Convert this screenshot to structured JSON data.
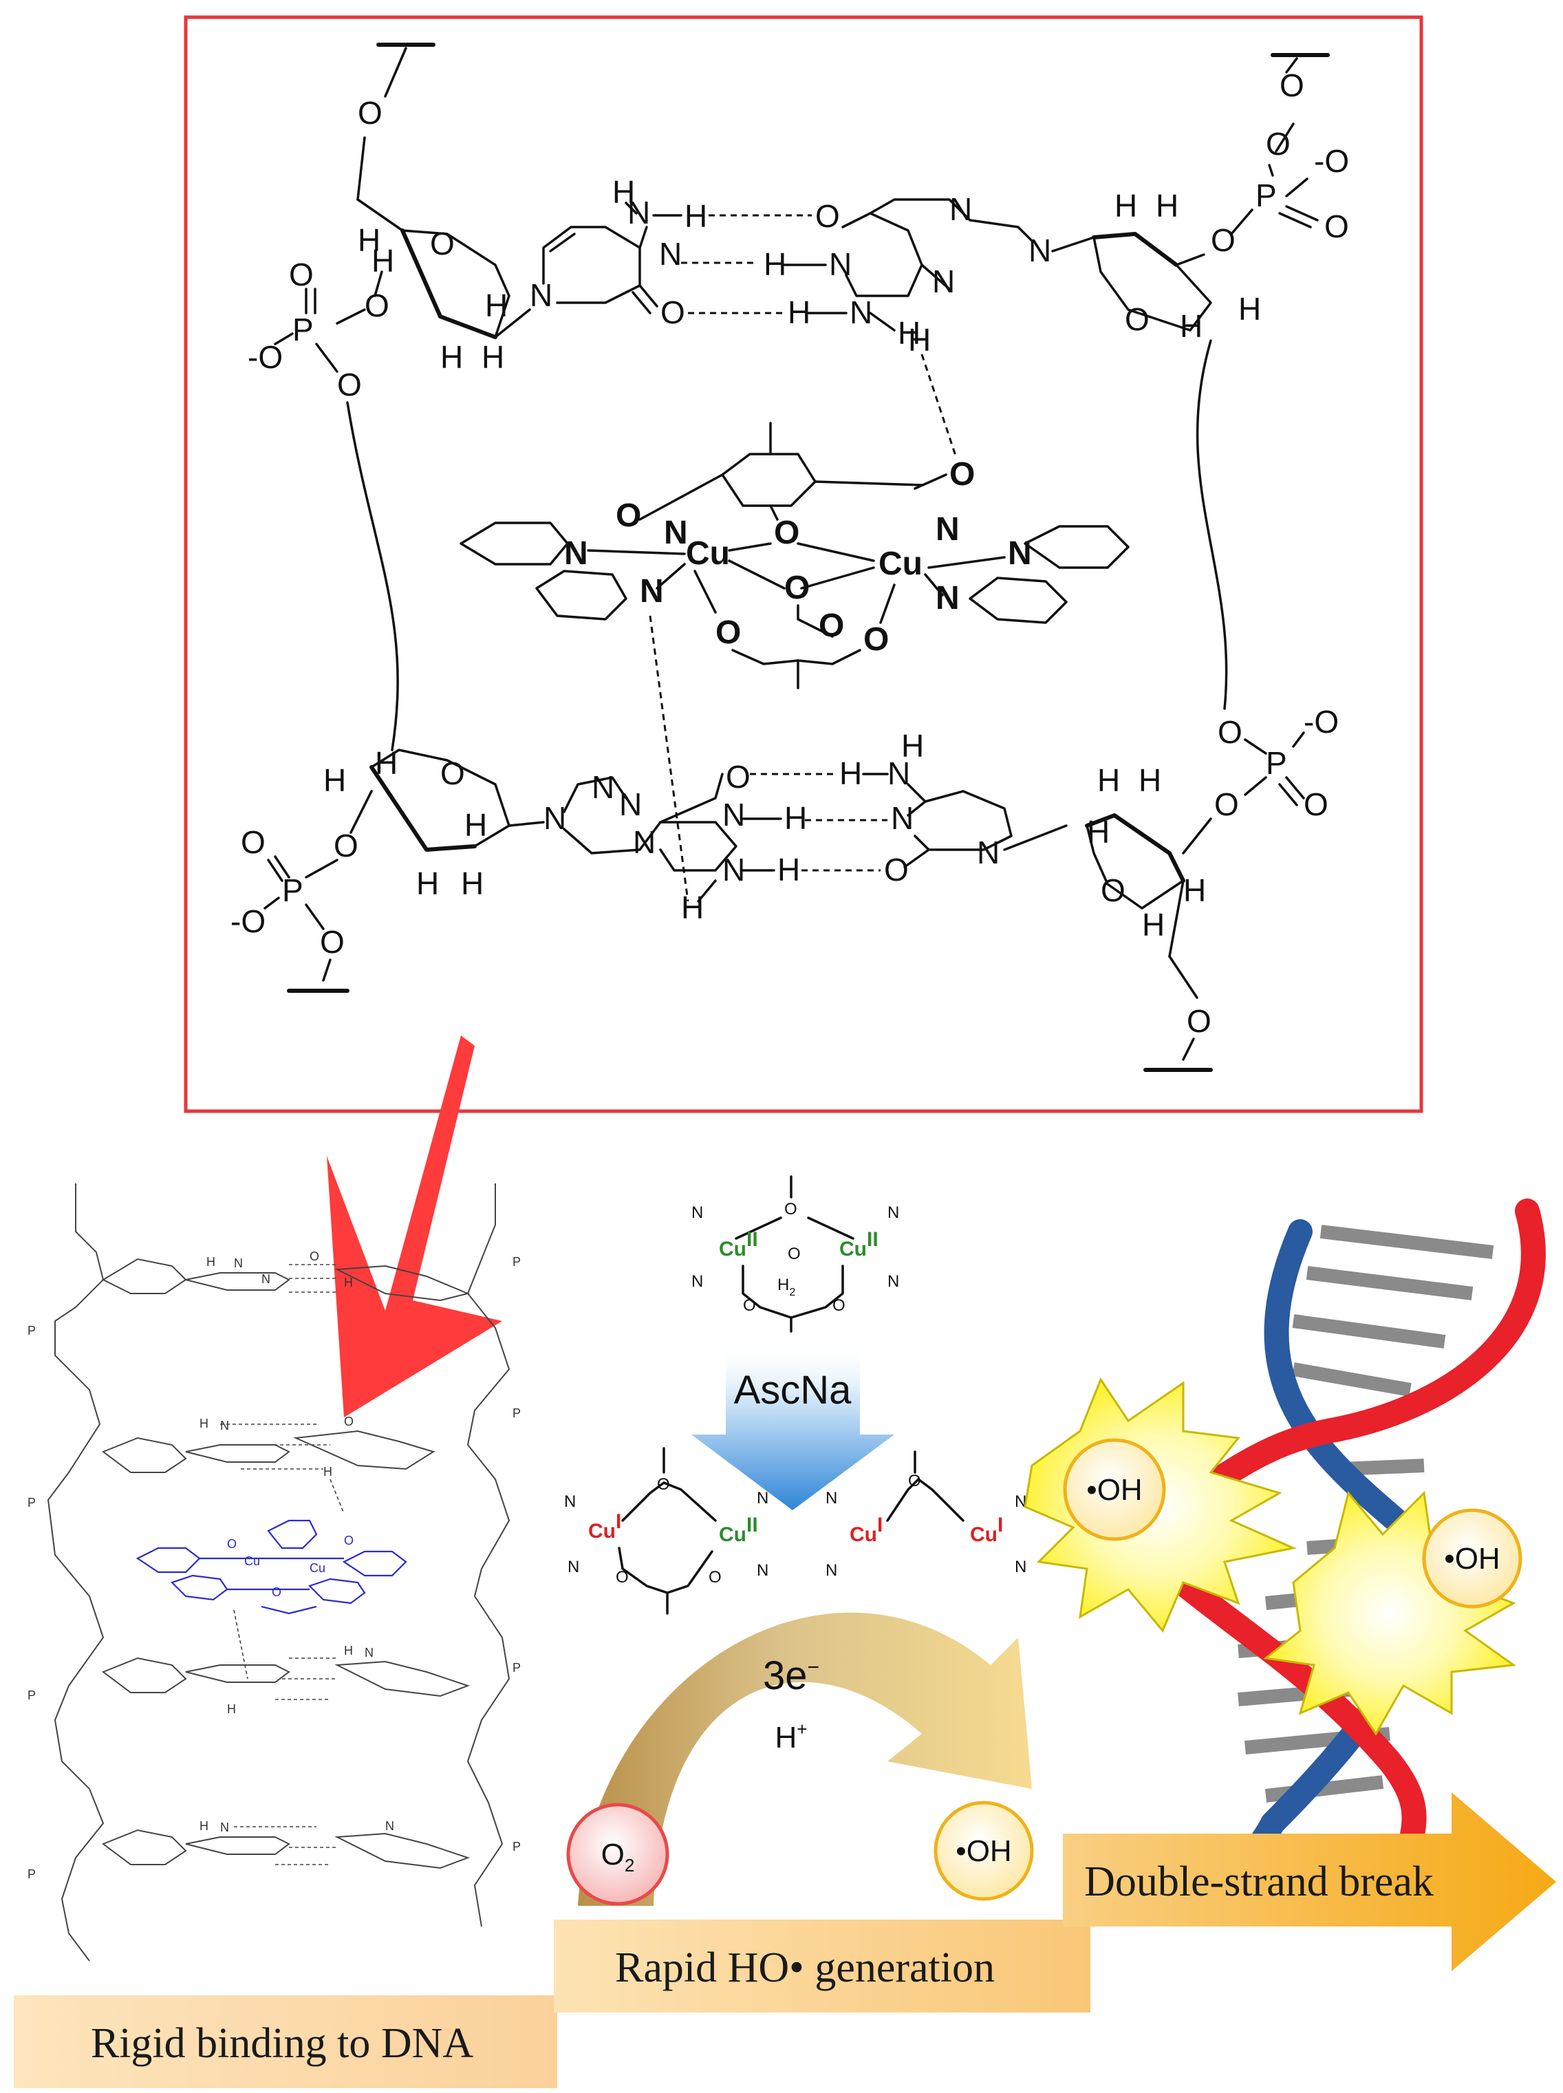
{
  "structure": {
    "atoms": {
      "H": "H",
      "N": "N",
      "O": "O",
      "P": "P",
      "Cu": "Cu",
      "O_minus": "-O"
    }
  },
  "mechanism": {
    "reagent": "AscNa",
    "electrons": "3e",
    "electrons_sup": "−",
    "proton": "H",
    "proton_sup": "+",
    "cu2_label": "Cu",
    "cu2_ox": "II",
    "cu1_label": "Cu",
    "cu1_ox": "I",
    "water_label": "H",
    "water_sub": "2",
    "water_o": "O",
    "n_label": "N",
    "o2": "O",
    "o2_sub": "2",
    "oh_product": "•OH"
  },
  "dna_damage": {
    "oh_left": "•OH",
    "oh_right": "•OH"
  },
  "banners": {
    "binding": "Rigid binding to DNA",
    "generation": "Rapid HO• generation",
    "break": "Double-strand break"
  },
  "colors": {
    "frame": "#e8363a",
    "arrow_red": "#ff3333",
    "cu2_green": "#2e8b2e",
    "cu1_red": "#e01f1f",
    "complex_blue": "#2a2ad0",
    "strand_red": "#e8212a",
    "strand_blue": "#2a5aa0",
    "banner": "#fbd6a0",
    "burst": "#fff23a"
  }
}
